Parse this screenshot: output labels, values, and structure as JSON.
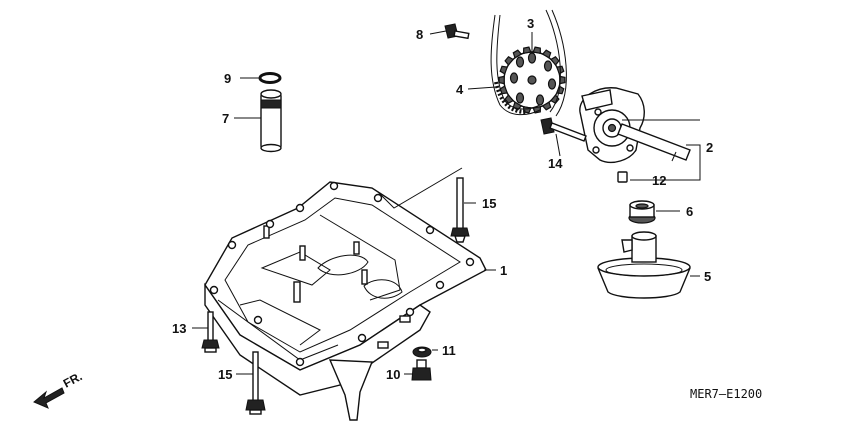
{
  "diagram": {
    "code": "MER7–E1200",
    "direction": "FR.",
    "callouts": [
      {
        "id": "c1",
        "label": "1"
      },
      {
        "id": "c2",
        "label": "2"
      },
      {
        "id": "c3",
        "label": "3"
      },
      {
        "id": "c4",
        "label": "4"
      },
      {
        "id": "c5",
        "label": "5"
      },
      {
        "id": "c6",
        "label": "6"
      },
      {
        "id": "c7",
        "label": "7"
      },
      {
        "id": "c8",
        "label": "8"
      },
      {
        "id": "c9",
        "label": "9"
      },
      {
        "id": "c10",
        "label": "10"
      },
      {
        "id": "c11",
        "label": "11"
      },
      {
        "id": "c12",
        "label": "12"
      },
      {
        "id": "c13",
        "label": "13"
      },
      {
        "id": "c14",
        "label": "14"
      },
      {
        "id": "c15a",
        "label": "15"
      },
      {
        "id": "c15b",
        "label": "15"
      }
    ]
  }
}
